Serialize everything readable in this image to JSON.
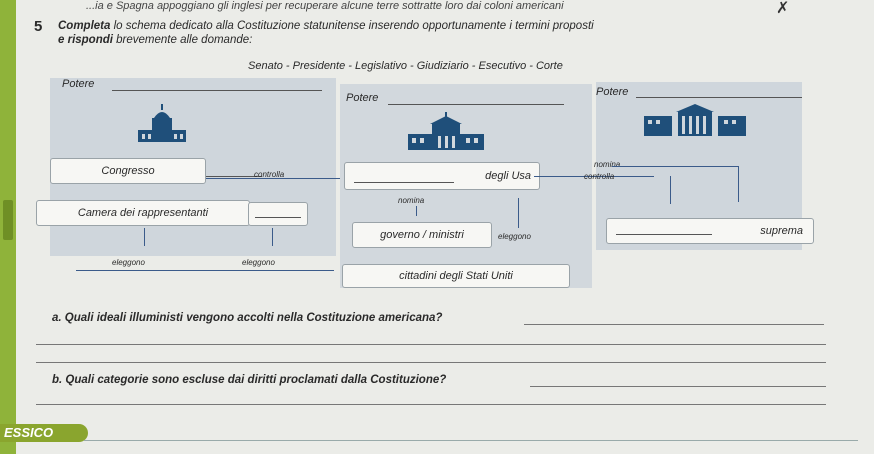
{
  "header": {
    "top_line": "...ia e Spagna appoggiano gli inglesi per recuperare alcune terre sottratte loro dai coloni americani",
    "corner_mark": "✗"
  },
  "exercise": {
    "number": "5",
    "instruction_bold": "Completa",
    "instruction_rest": "lo schema dedicato alla Costituzione statunitense inserendo opportunamente i termini proposti",
    "instruction_bold2": "e rispondi",
    "instruction_rest2": "brevemente alle domande:",
    "options": "Senato - Presidente - Legislativo - Giudiziario - Esecutivo - Corte"
  },
  "schema": {
    "left": {
      "potere": "Potere",
      "congresso": "Congresso",
      "controlla": "controlla",
      "camera": "Camera dei rappresentanti",
      "eleggono1": "eleggono",
      "eleggono2": "eleggono"
    },
    "center": {
      "potere": "Potere",
      "degli_usa": "degli Usa",
      "nomina": "nomina",
      "governo": "governo / ministri",
      "eleggono": "eleggono",
      "cittadini": "cittadini degli Stati Uniti"
    },
    "right": {
      "potere": "Potere",
      "nomina": "nomina",
      "controlla": "controlla",
      "suprema": "suprema"
    }
  },
  "questions": {
    "a": "a. Quali ideali illuministi vengono accolti nella Costituzione americana?",
    "b": "b. Quali categorie sono escluse dai diritti proclamati dalla Costituzione?"
  },
  "footer": {
    "section": "ESSICO"
  }
}
